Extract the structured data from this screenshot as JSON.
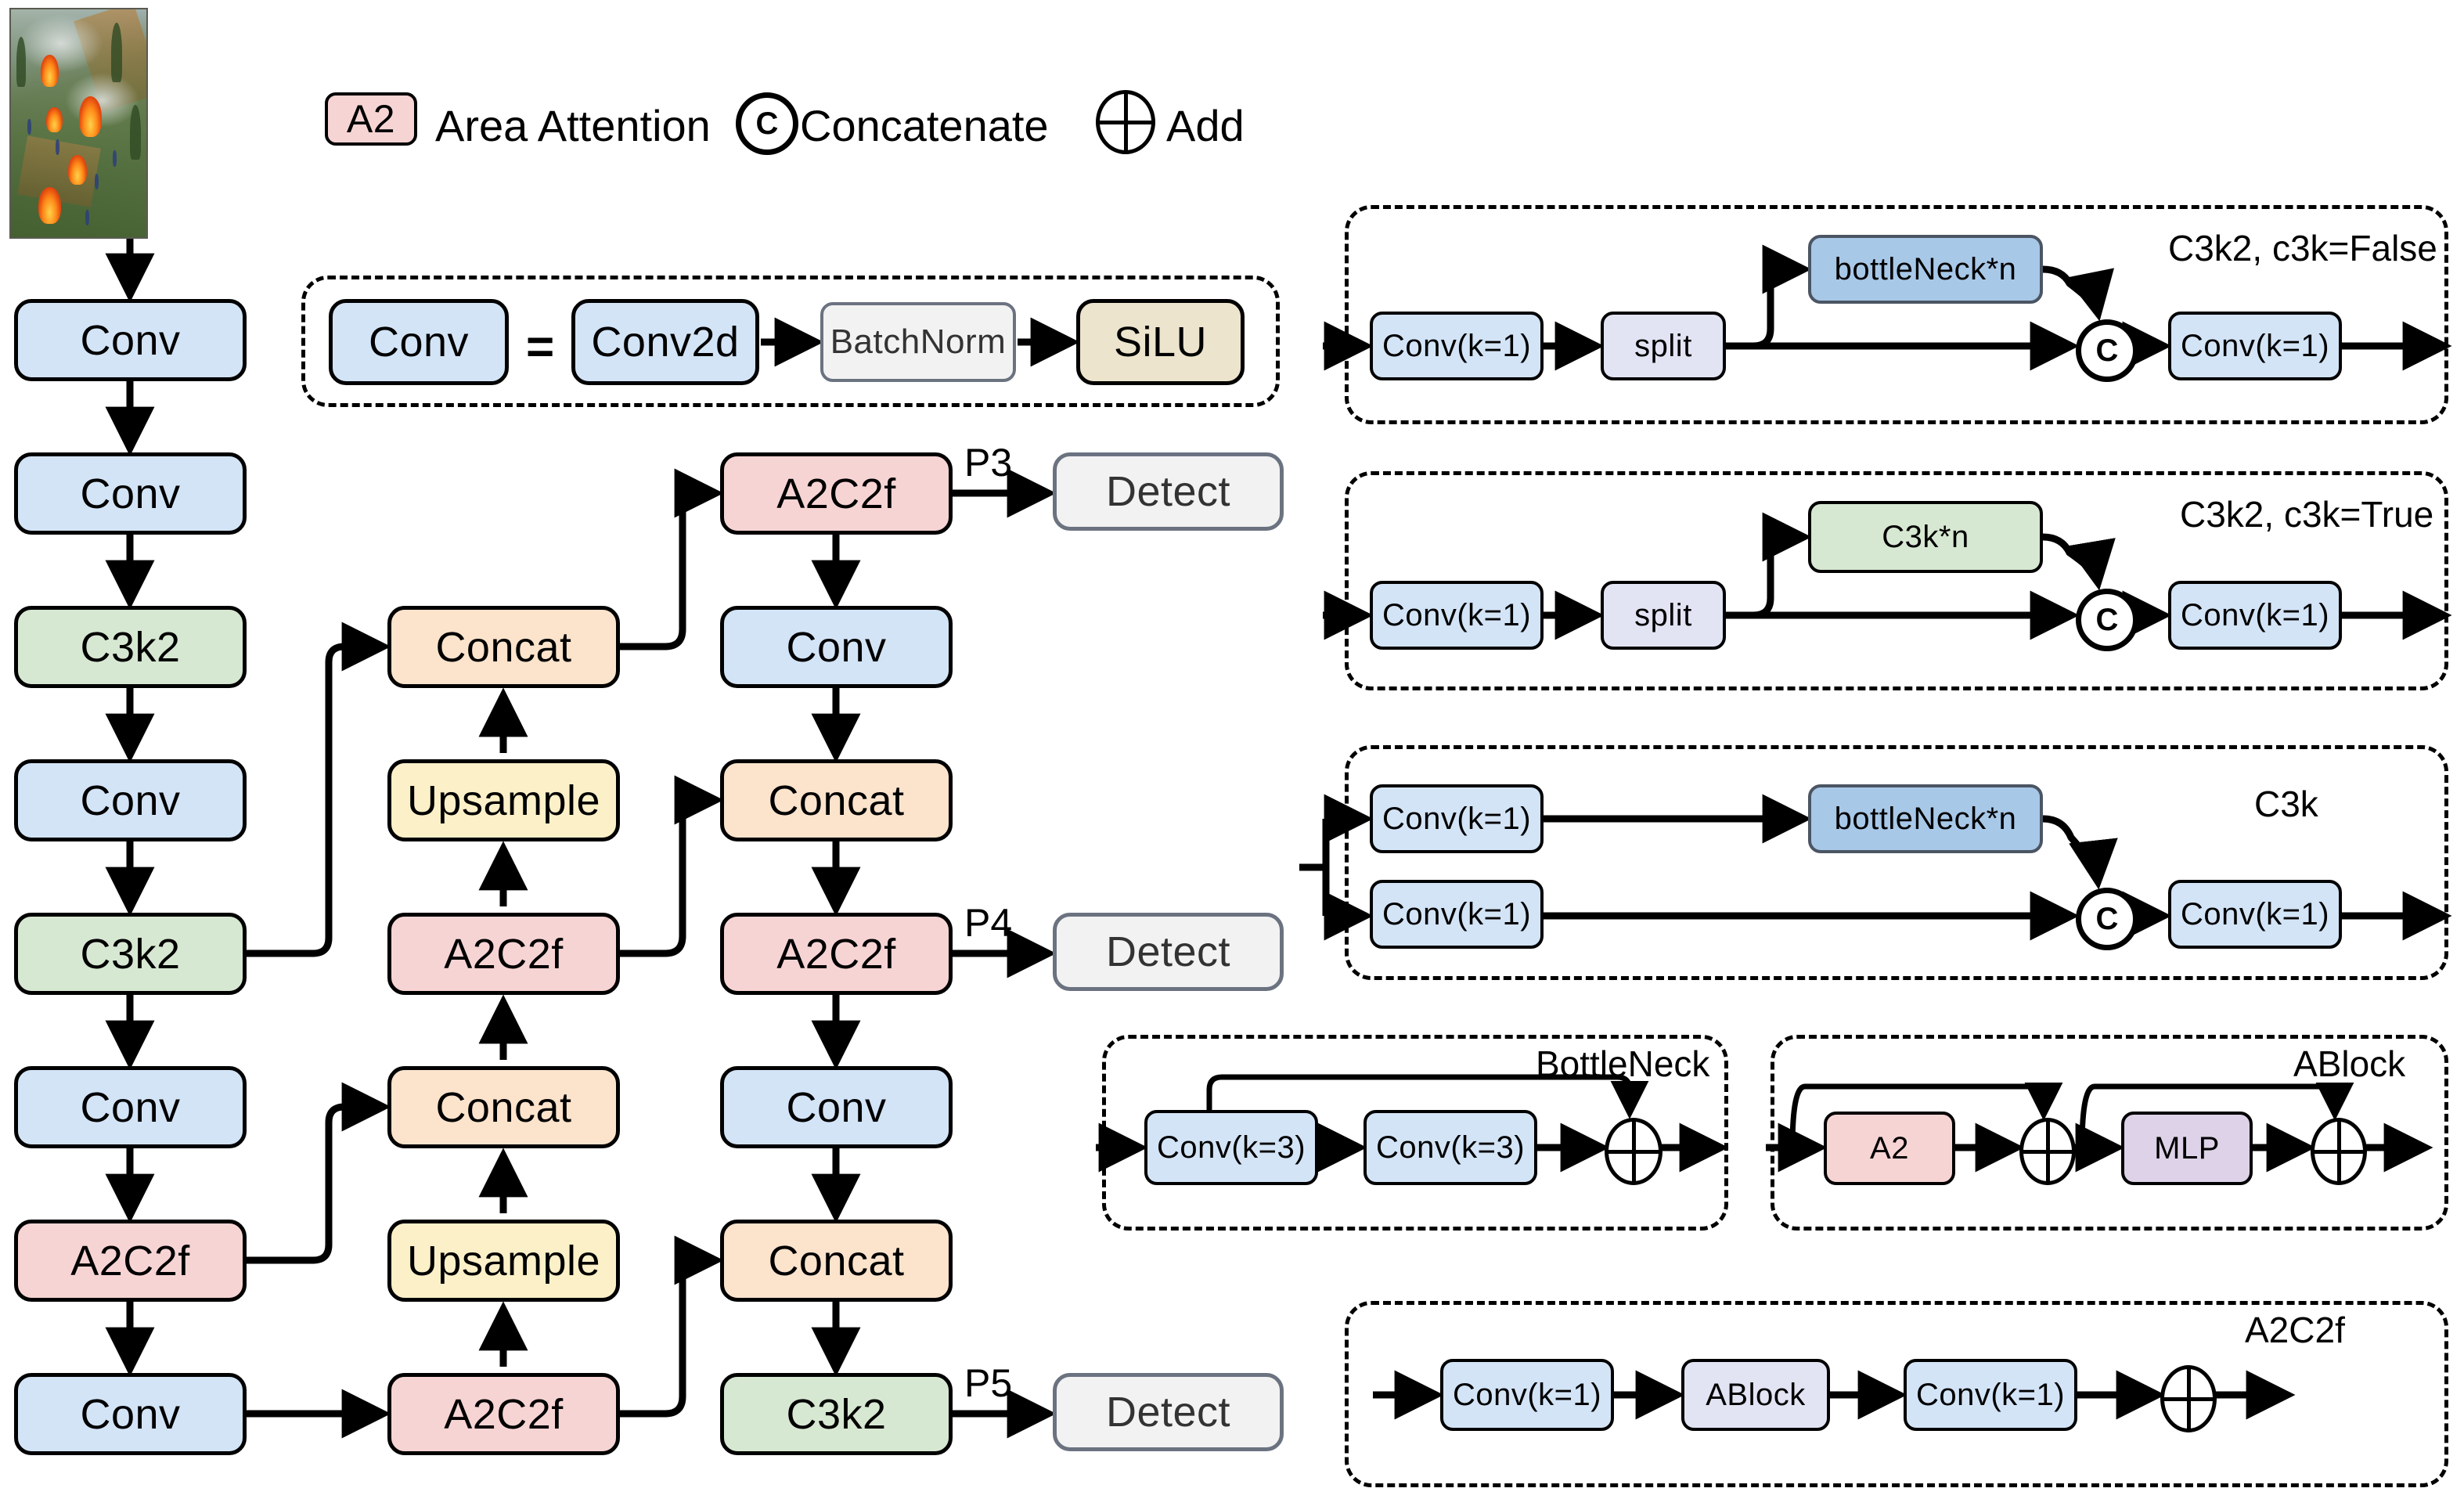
{
  "legend": {
    "a2_chip": "A2",
    "a2_text": "Area Attention",
    "concat_icon": "C",
    "concat_text": "Concatenate",
    "add_icon": "+",
    "add_text": "Add"
  },
  "conv_def": {
    "conv": "Conv",
    "equals": "=",
    "conv2d": "Conv2d",
    "batchnorm": "BatchNorm",
    "silu": "SiLU"
  },
  "backbone": {
    "items": [
      {
        "label": "Conv",
        "kind": "conv"
      },
      {
        "label": "Conv",
        "kind": "conv"
      },
      {
        "label": "C3k2",
        "kind": "c3k2"
      },
      {
        "label": "Conv",
        "kind": "conv"
      },
      {
        "label": "C3k2",
        "kind": "c3k2"
      },
      {
        "label": "Conv",
        "kind": "conv"
      },
      {
        "label": "A2C2f",
        "kind": "a2c2f"
      },
      {
        "label": "Conv",
        "kind": "conv"
      }
    ]
  },
  "neck": {
    "items": [
      {
        "label": "Concat",
        "kind": "concat"
      },
      {
        "label": "Upsample",
        "kind": "upsample"
      },
      {
        "label": "A2C2f",
        "kind": "a2c2f"
      },
      {
        "label": "Concat",
        "kind": "concat"
      },
      {
        "label": "Upsample",
        "kind": "upsample"
      },
      {
        "label": "A2C2f",
        "kind": "a2c2f"
      }
    ]
  },
  "head": {
    "items": [
      {
        "label": "A2C2f",
        "kind": "a2c2f"
      },
      {
        "label": "Conv",
        "kind": "conv"
      },
      {
        "label": "Concat",
        "kind": "concat"
      },
      {
        "label": "A2C2f",
        "kind": "a2c2f"
      },
      {
        "label": "Conv",
        "kind": "conv"
      },
      {
        "label": "Concat",
        "kind": "concat"
      },
      {
        "label": "C3k2",
        "kind": "c3k2"
      }
    ],
    "taps": [
      "P3",
      "P4",
      "P5"
    ],
    "detect_label": "Detect",
    "detects": [
      "Detect",
      "Detect",
      "Detect"
    ]
  },
  "panels": {
    "c3k2_false": {
      "title": "C3k2, c3k=False",
      "nodes": [
        "Conv(k=1)",
        "split",
        "bottleNeck*n",
        "Conv(k=1)"
      ],
      "concat_icon": "C"
    },
    "c3k2_true": {
      "title": "C3k2, c3k=True",
      "nodes": [
        "Conv(k=1)",
        "split",
        "C3k*n",
        "Conv(k=1)"
      ],
      "concat_icon": "C"
    },
    "c3k": {
      "title": "C3k",
      "nodes": [
        "Conv(k=1)",
        "Conv(k=1)",
        "bottleNeck*n",
        "Conv(k=1)"
      ],
      "concat_icon": "C"
    },
    "bottleneck": {
      "title": "BottleNeck",
      "nodes": [
        "Conv(k=3)",
        "Conv(k=3)"
      ],
      "add_icon": "+"
    },
    "ablock": {
      "title": "ABlock",
      "nodes": [
        "A2",
        "MLP"
      ],
      "add_icon": "+"
    },
    "a2c2f": {
      "title": "A2C2f",
      "nodes": [
        "Conv(k=1)",
        "ABlock",
        "Conv(k=1)"
      ],
      "add_icon": "+"
    }
  },
  "colors": {
    "conv": "#d3e4f7",
    "c3k2": "#d7e8d2",
    "a2c2f": "#f7d4d4",
    "concat": "#fce3cc",
    "upsample": "#fcf0c8",
    "detect": "#f2f2f2",
    "bottleneck": "#a8c8e8",
    "mlp": "#ddd2e8",
    "silu": "#ece4cc",
    "split": "#e2e4f4"
  }
}
